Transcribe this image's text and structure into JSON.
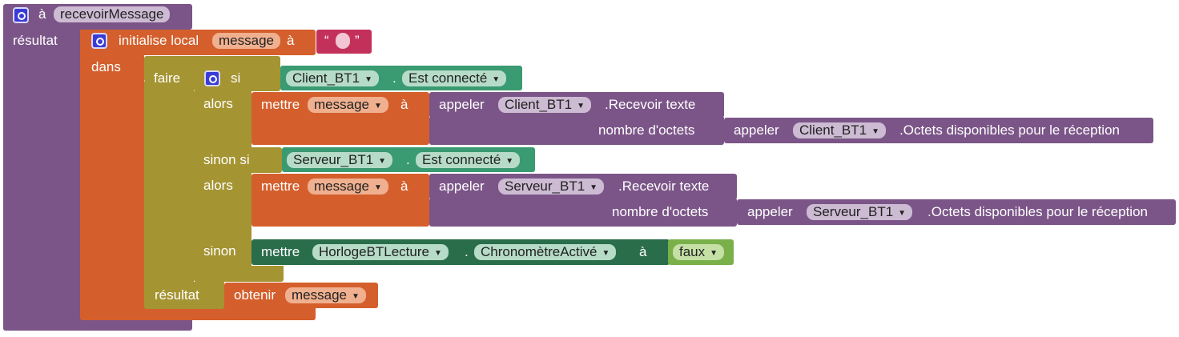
{
  "procedure": {
    "keyword": "à",
    "name": "recevoirMessage",
    "result_label": "résultat"
  },
  "local_init": {
    "label": "initialise local",
    "var": "message",
    "to": "à",
    "quote_open": "“",
    "quote_close": "”",
    "in_label": "dans"
  },
  "do_block": {
    "label": "faire",
    "result_label": "résultat"
  },
  "if_block": {
    "if_label": "si",
    "then_label": "alors",
    "elseif_label": "sinon si",
    "else_label": "sinon"
  },
  "cond1": {
    "component": "Client_BT1",
    "dot": ".",
    "property": "Est connecté"
  },
  "set1": {
    "label": "mettre",
    "var": "message",
    "to": "à",
    "call_label": "appeler",
    "component": "Client_BT1",
    "method": ".Recevoir texte",
    "param_label": "nombre d'octets",
    "call2_label": "appeler",
    "component2": "Client_BT1",
    "method2": ".Octets disponibles pour le réception"
  },
  "cond2": {
    "component": "Serveur_BT1",
    "dot": ".",
    "property": "Est connecté"
  },
  "set2": {
    "label": "mettre",
    "var": "message",
    "to": "à",
    "call_label": "appeler",
    "component": "Serveur_BT1",
    "method": ".Recevoir texte",
    "param_label": "nombre d'octets",
    "call2_label": "appeler",
    "component2": "Serveur_BT1",
    "method2": ".Octets disponibles pour le réception"
  },
  "set3": {
    "label": "mettre",
    "component": "HorlogeBTLecture",
    "dot": ".",
    "property": "ChronomètreActivé",
    "to": "à",
    "value": "faux"
  },
  "get": {
    "label": "obtenir",
    "var": "message"
  },
  "colors": {
    "procedure": "#7b5588",
    "variables": "#d45f2c",
    "control": "#a59432",
    "component": "#3a9a72",
    "setter": "#2a6d4b",
    "logic": "#7ab04a",
    "text": "#c3315a",
    "mutator": "#3a3cd6"
  },
  "icons": [
    "gear-icon",
    "dropdown-arrow-icon"
  ]
}
